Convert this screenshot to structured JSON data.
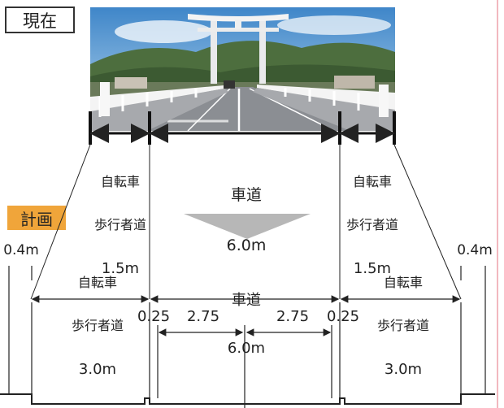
{
  "current_label": "現在",
  "plan_label": "計画",
  "current": {
    "left_path": {
      "line1": "自転車",
      "line2": "歩行者道",
      "width": "1.5m"
    },
    "roadway": {
      "line1": "車道",
      "width": "6.0m"
    },
    "right_path": {
      "line1": "自転車",
      "line2": "歩行者道",
      "width": "1.5m"
    }
  },
  "plan": {
    "left_offset": "0.4m",
    "right_offset": "0.4m",
    "left_path": {
      "line1": "自転車",
      "line2": "歩行者道",
      "width": "3.0m"
    },
    "roadway": {
      "line1": "車道",
      "width": "6.0m"
    },
    "right_path": {
      "line1": "自転車",
      "line2": "歩行者道",
      "width": "3.0m"
    },
    "left_edge": "0.25",
    "left_lane": "2.75",
    "right_lane": "2.75",
    "right_edge": "0.25"
  },
  "colors": {
    "plan_badge": "#f0a53a",
    "arrow": "#b7b7b7",
    "side_rule": "#f2b8bf"
  }
}
